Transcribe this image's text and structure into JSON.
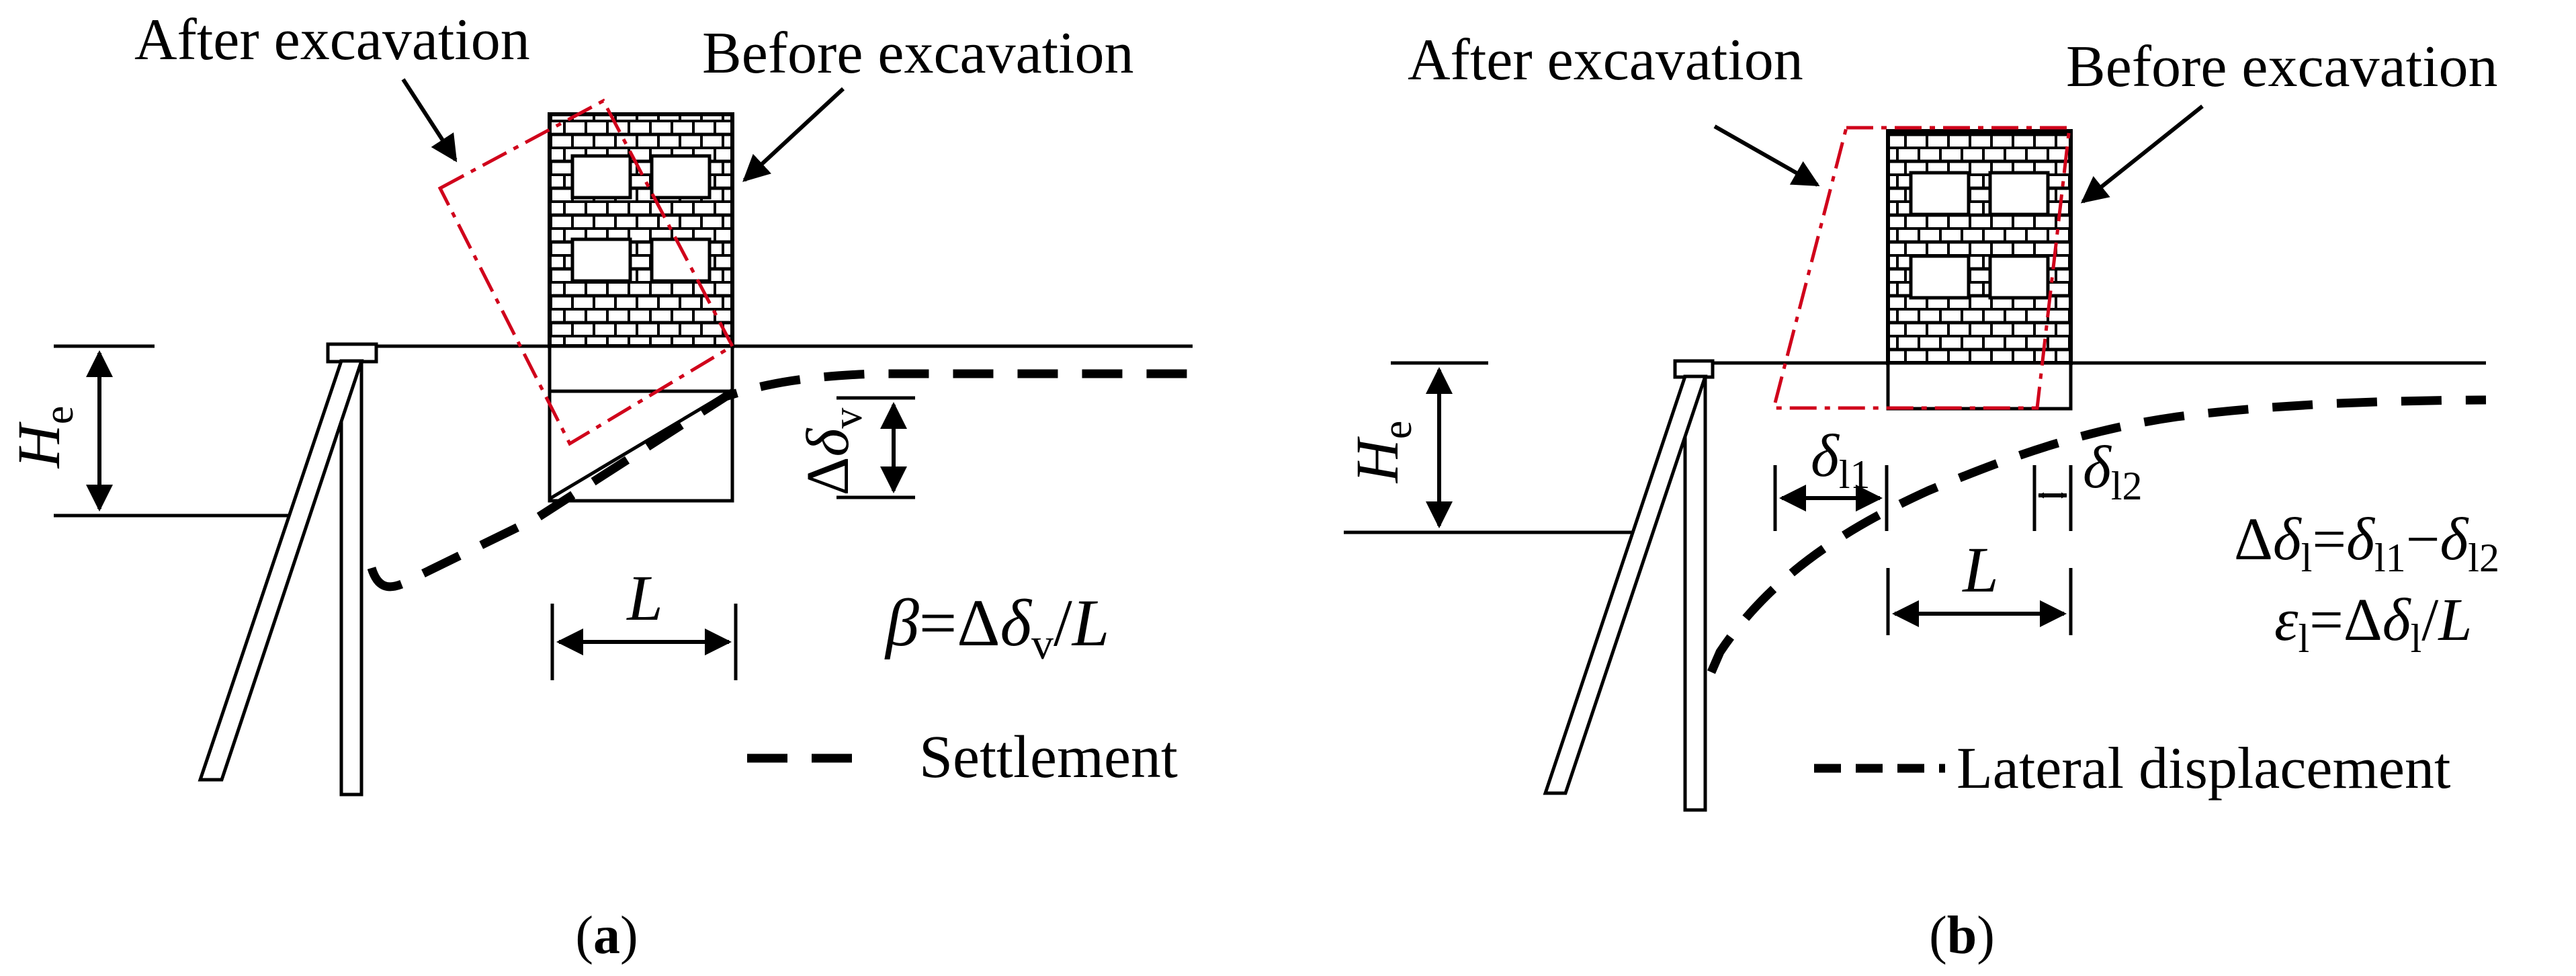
{
  "panel_a": {
    "after_label": "After excavation",
    "before_label": "Before excavation",
    "he_symbol": "H",
    "he_sub": "e",
    "dv_delta": "Δ",
    "dv_symbol": "δ",
    "dv_sub": "v",
    "length_label": "L",
    "formula_beta": "β",
    "formula_eq": "=Δ",
    "formula_delta": "δ",
    "formula_sub": "v",
    "formula_rest": "/",
    "formula_L": "L",
    "legend_label": "Settlement",
    "panel_label_open": "(",
    "panel_label": "a",
    "panel_label_close": ")"
  },
  "panel_b": {
    "after_label": "After excavation",
    "before_label": "Before excavation",
    "he_symbol": "H",
    "he_sub": "e",
    "d11_symbol": "δ",
    "d11_sub": "l1",
    "d12_symbol": "δ",
    "d12_sub": "l2",
    "length_label": "L",
    "f1_delta": "Δ",
    "f1_d": "δ",
    "f1_sub": "l",
    "f1_eq": "=",
    "f1_d2": "δ",
    "f1_sub2": "l1",
    "f1_minus": "−",
    "f1_d3": "δ",
    "f1_sub3": "l2",
    "f2_eps": "ε",
    "f2_sub": "l",
    "f2_eq": "=Δ",
    "f2_d": "δ",
    "f2_sub2": "l",
    "f2_slash": "/",
    "f2_L": "L",
    "legend_label": "Lateral displacement",
    "panel_label_open": "(",
    "panel_label": "b",
    "panel_label_close": ")"
  },
  "colors": {
    "ink": "#000000",
    "after_outline": "#d0021b"
  }
}
